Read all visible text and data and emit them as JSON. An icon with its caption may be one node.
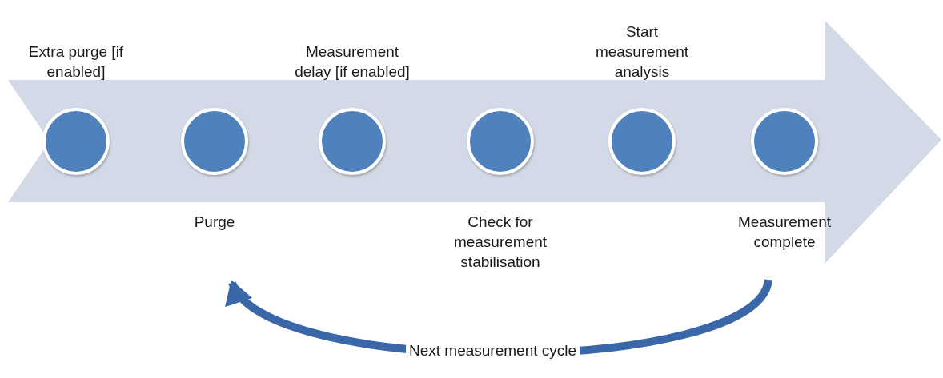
{
  "diagram": {
    "nodes": [
      {
        "text": [],
        "shape": "circle",
        "beside": [
          "Extra purge [if enabled]"
        ]
      },
      {
        "text": [],
        "shape": "circle",
        "beside": [
          "Purge"
        ]
      },
      {
        "text": [],
        "shape": "circle",
        "beside": [
          "Measurement delay [if enabled]"
        ]
      },
      {
        "text": [],
        "shape": "circle",
        "beside": [
          "Check for measurement stabilisation"
        ]
      },
      {
        "text": [],
        "shape": "circle",
        "beside": [
          "Start measurement analysis"
        ]
      },
      {
        "text": [],
        "shape": "circle",
        "beside": [
          "Measurement complete"
        ]
      }
    ],
    "edges": [
      {
        "from": 5,
        "to": 1,
        "arrow": "to",
        "label": "Next measurement cycle"
      }
    ]
  }
}
